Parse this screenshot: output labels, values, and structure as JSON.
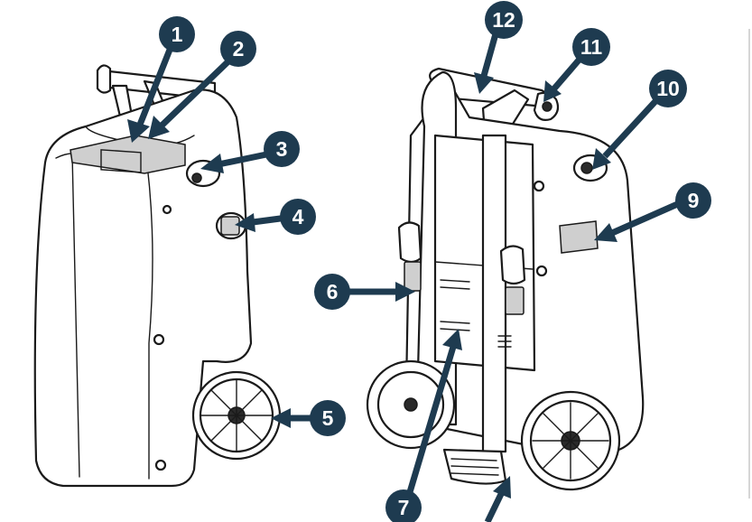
{
  "accent_color": "#1e3b50",
  "callouts": [
    {
      "id": "1",
      "label": "1"
    },
    {
      "id": "2",
      "label": "2"
    },
    {
      "id": "3",
      "label": "3"
    },
    {
      "id": "4",
      "label": "4"
    },
    {
      "id": "5",
      "label": "5"
    },
    {
      "id": "6",
      "label": "6"
    },
    {
      "id": "7",
      "label": "7"
    },
    {
      "id": "9",
      "label": "9"
    },
    {
      "id": "10",
      "label": "10"
    },
    {
      "id": "11",
      "label": "11"
    },
    {
      "id": "12",
      "label": "12"
    }
  ]
}
